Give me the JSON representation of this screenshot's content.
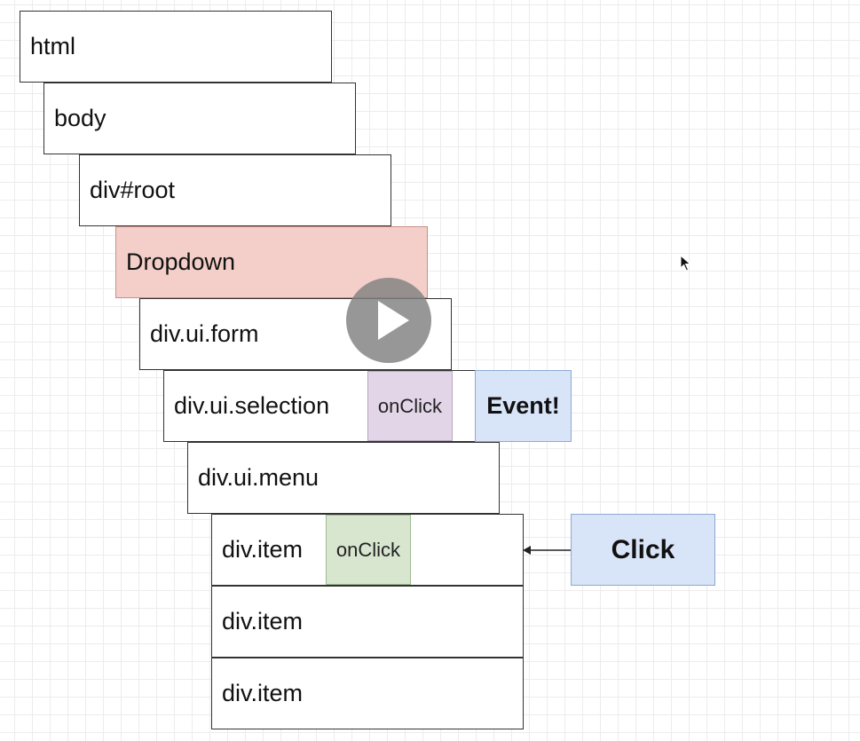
{
  "diagram": {
    "nodes": {
      "html": "html",
      "body": "body",
      "div_root": "div#root",
      "dropdown": "Dropdown",
      "div_ui_form": "div.ui.form",
      "div_ui_selection": "div.ui.selection",
      "div_ui_menu": "div.ui.menu",
      "div_item_1": "div.item",
      "div_item_2": "div.item",
      "div_item_3": "div.item"
    },
    "handlers": {
      "selection_onclick": "onClick",
      "item_onclick": "onClick"
    },
    "labels": {
      "event": "Event!",
      "click": "Click"
    },
    "colors": {
      "dropdown_fill": "#f4cfc9",
      "onclick_purple": "#e3d5e8",
      "onclick_green": "#d8e6d0",
      "label_blue": "#d8e4f7"
    }
  },
  "overlay": {
    "play_icon": "play-icon",
    "cursor_icon": "mouse-cursor-icon"
  }
}
